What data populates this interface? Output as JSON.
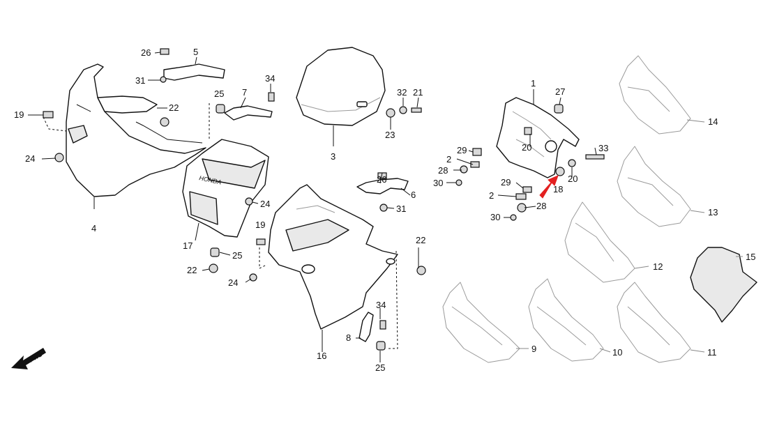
{
  "direction_label": "FWD",
  "accent_color": "#e32020",
  "callouts": {
    "c1": "1",
    "c2a": "2",
    "c2b": "2",
    "c3": "3",
    "c4": "4",
    "c5": "5",
    "c6": "6",
    "c7": "7",
    "c8": "8",
    "c9": "9",
    "c10": "10",
    "c11": "11",
    "c12": "12",
    "c13": "13",
    "c14": "14",
    "c15": "15",
    "c16": "16",
    "c17": "17",
    "c18": "18",
    "c19a": "19",
    "c19b": "19",
    "c20a": "20",
    "c20b": "20",
    "c21": "21",
    "c22a": "22",
    "c22b": "22",
    "c22c": "22",
    "c23": "23",
    "c24a": "24",
    "c24b": "24",
    "c24c": "24",
    "c25a": "25",
    "c25b": "25",
    "c25c": "25",
    "c26a": "26",
    "c26b": "26",
    "c27": "27",
    "c28a": "28",
    "c28b": "28",
    "c29a": "29",
    "c29b": "29",
    "c30a": "30",
    "c30b": "30",
    "c31a": "31",
    "c31b": "31",
    "c32": "32",
    "c33": "33",
    "c34a": "34",
    "c34b": "34"
  },
  "part_logo_text": "HONDA"
}
